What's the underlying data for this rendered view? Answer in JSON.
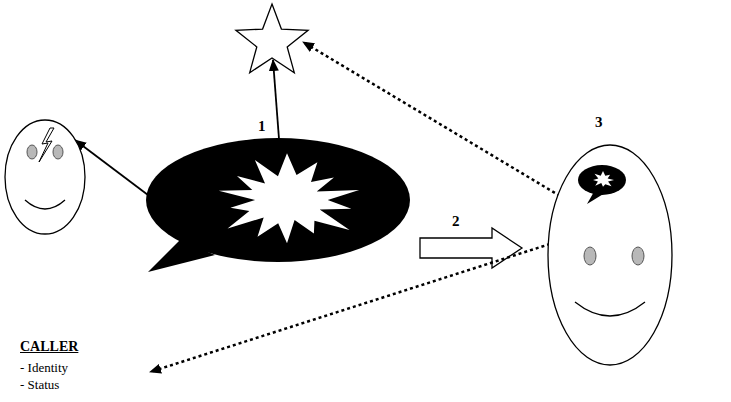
{
  "diagram": {
    "nodes": [
      {
        "text": [
          "CALLER",
          "- Identity",
          "- Status"
        ]
      },
      {
        "text": [
          "1"
        ]
      },
      {
        "text": [
          "3"
        ]
      }
    ],
    "edges": [
      {
        "from": 1,
        "to": 0,
        "arrow": "to"
      },
      {
        "from": 1,
        "to": 2,
        "arrow": "to",
        "label": "2"
      },
      {
        "from": 2,
        "to": 0,
        "arrow": "to"
      }
    ]
  }
}
